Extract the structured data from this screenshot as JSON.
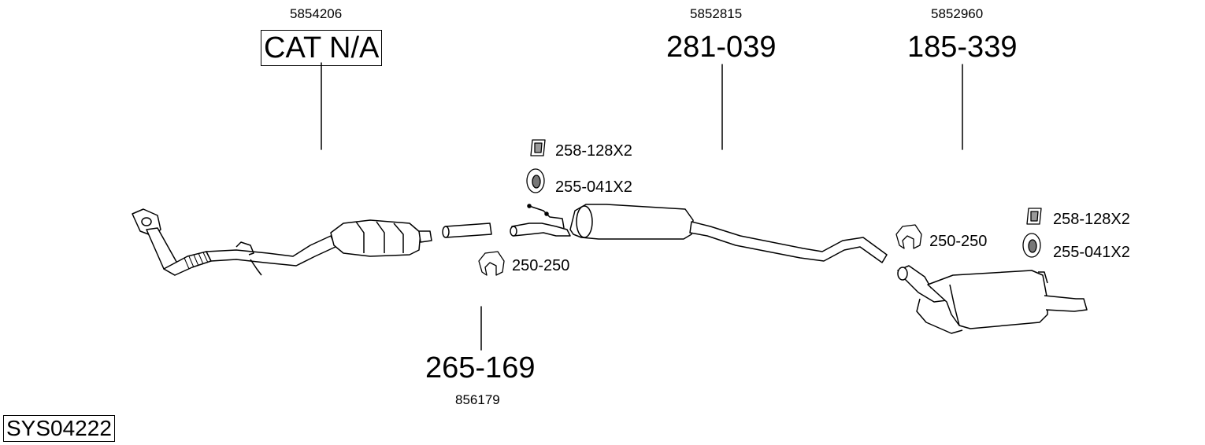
{
  "parts": {
    "cat": {
      "oe": "5854206",
      "code": "CAT N/A"
    },
    "front_pipe": {
      "code": "265-169",
      "oe": "856179"
    },
    "middle": {
      "oe": "5852815",
      "code": "281-039"
    },
    "rear": {
      "oe": "5852960",
      "code": "185-339"
    }
  },
  "accessories": {
    "middle_mount": "258-128X2",
    "middle_ring": "255-041X2",
    "clamp_front": "250-250",
    "clamp_rear": "250-250",
    "rear_mount": "258-128X2",
    "rear_ring": "255-041X2"
  },
  "system_id": "SYS04222"
}
